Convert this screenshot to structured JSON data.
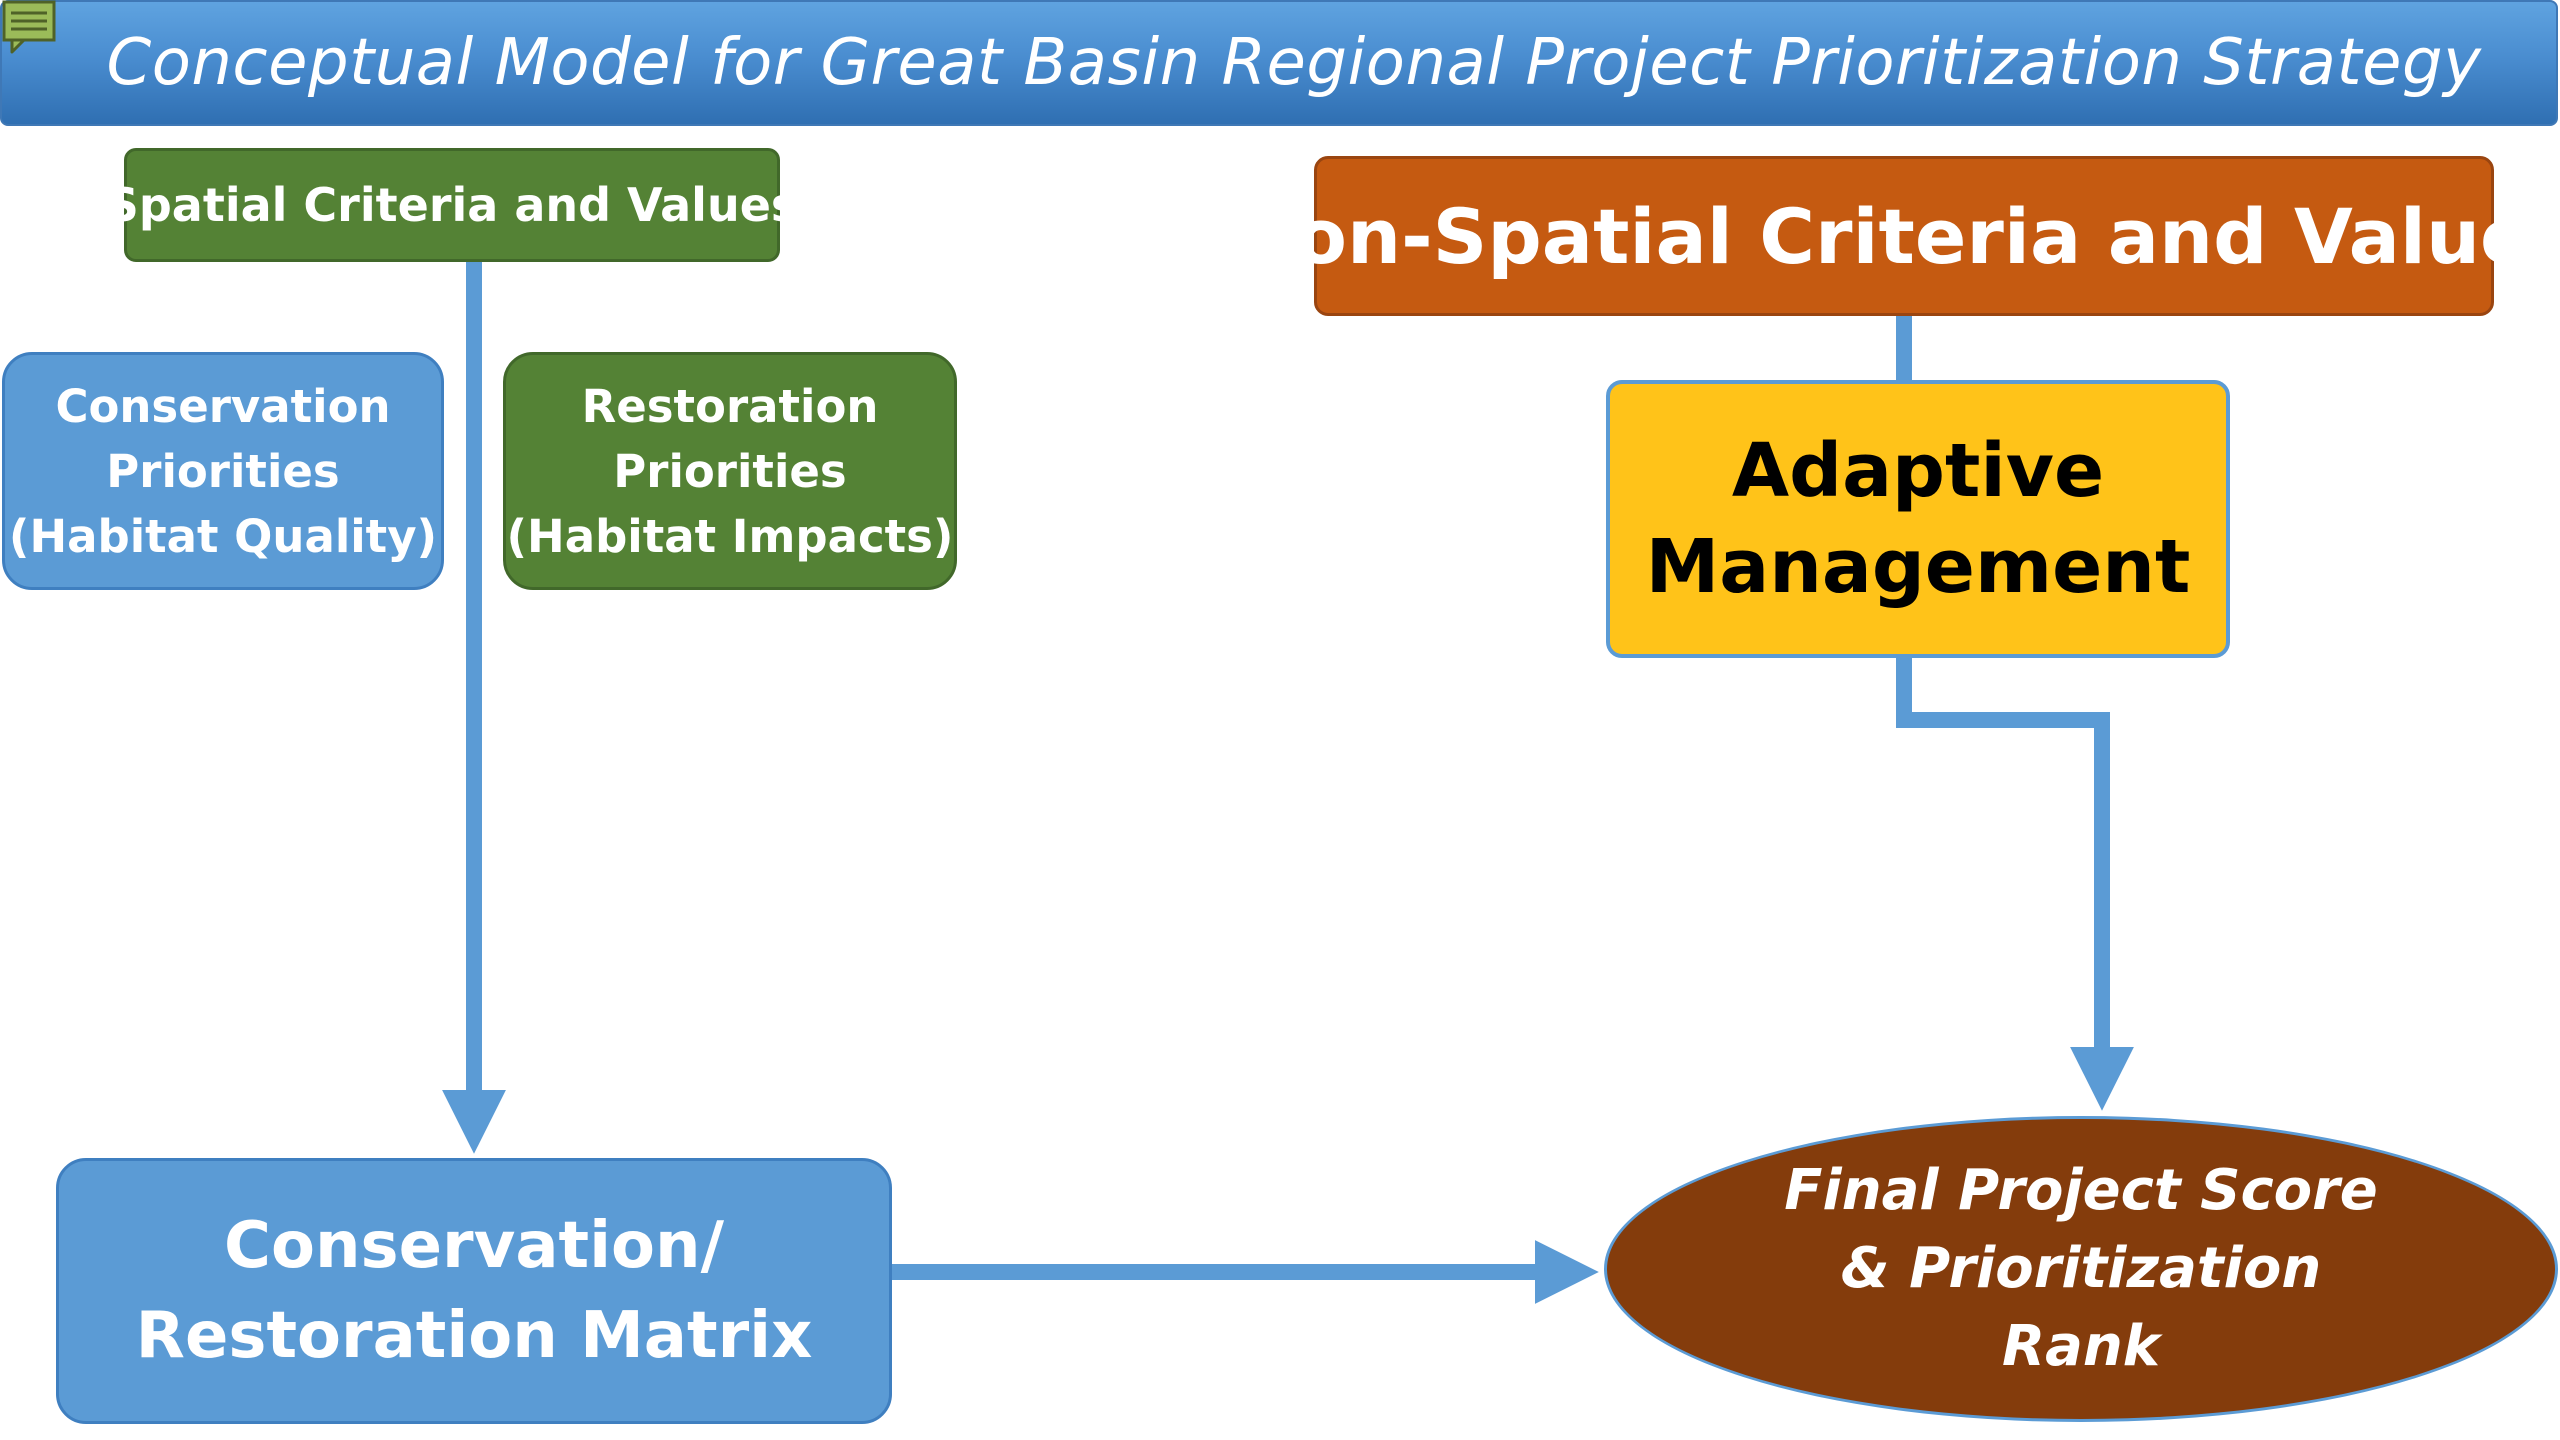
{
  "title": "Conceptual Model for Great Basin Regional Project Prioritization Strategy",
  "nodes": {
    "spatial": "Spatial Criteria and Values",
    "conservation_priorities": [
      "Conservation",
      "Priorities",
      "(Habitat Quality)"
    ],
    "restoration_priorities": [
      "Restoration",
      "Priorities",
      "(Habitat Impacts)"
    ],
    "non_spatial": "Non-Spatial Criteria and Values",
    "adaptive_management": [
      "Adaptive",
      "Management"
    ],
    "matrix": [
      "Conservation/",
      "Restoration Matrix"
    ],
    "final": [
      "Final Project Score",
      "& Prioritization",
      "Rank"
    ]
  },
  "colors": {
    "arrow": "#5b9bd5",
    "green": "#548235",
    "blue": "#5b9bd5",
    "orange": "#c55a11",
    "yellow": "#ffc319",
    "brown": "#843c0c"
  },
  "icons": [
    "comment-icon"
  ]
}
